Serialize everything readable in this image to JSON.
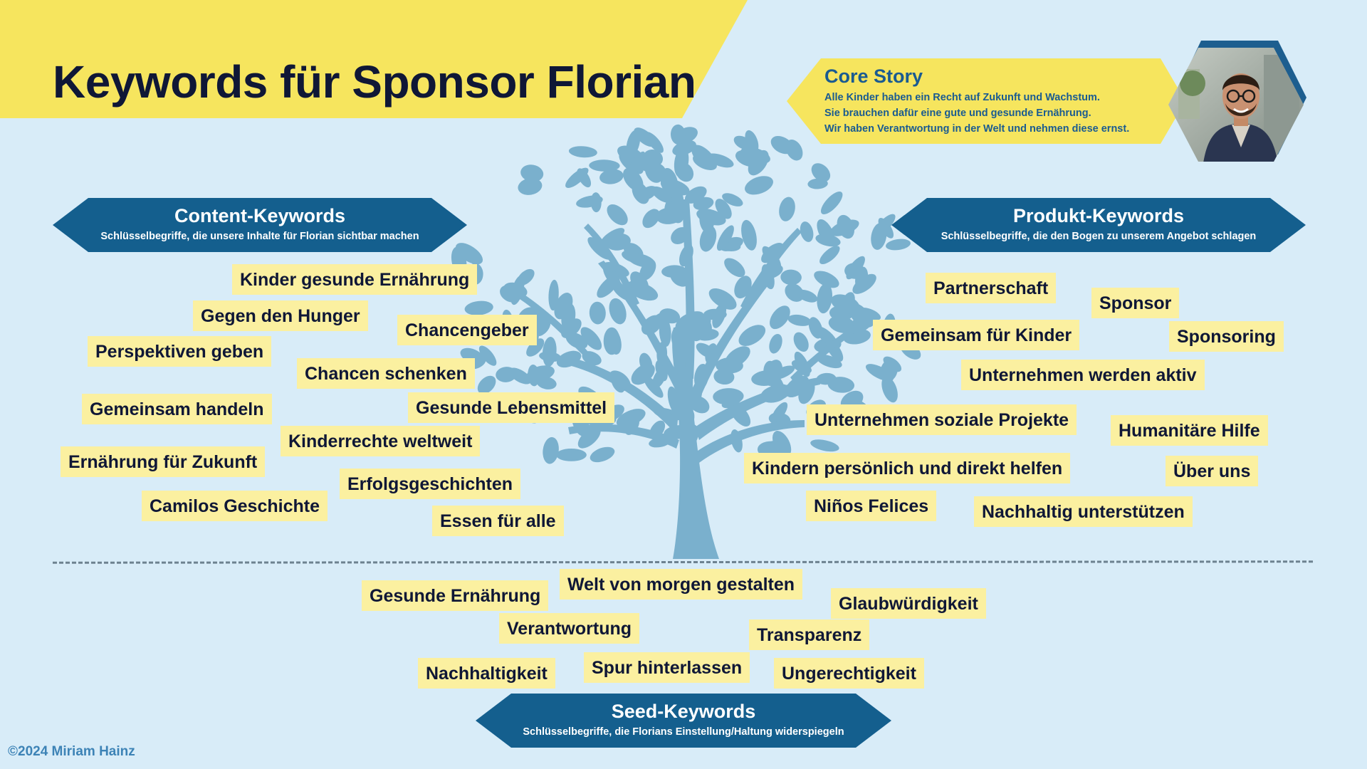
{
  "title": "Keywords für Sponsor Florian",
  "colors": {
    "background": "#d8ecf8",
    "title_band": "#f6e55e",
    "banner": "#145f8e",
    "keyword_bg": "#fbf0a0",
    "tree": "#7ab0cd",
    "core_box": "#f6e55e",
    "core_text": "#1a5b91"
  },
  "core_story": {
    "title": "Core Story",
    "lines": [
      "Alle Kinder haben ein Recht auf Zukunft und Wachstum.",
      "Sie brauchen dafür eine gute und gesunde Ernährung.",
      "Wir haben Verantwortung in der Welt und nehmen diese ernst."
    ],
    "image": "portrait-photo"
  },
  "content_keywords": {
    "title": "Content-Keywords",
    "subtitle": "Schlüsselbegriffe, die unsere Inhalte für Florian sichtbar machen",
    "items": [
      "Kinder gesunde Ernährung",
      "Gegen den Hunger",
      "Chancengeber",
      "Perspektiven geben",
      "Chancen schenken",
      "Gemeinsam handeln",
      "Gesunde Lebensmittel",
      "Kinderrechte weltweit",
      "Ernährung für Zukunft",
      "Erfolgsgeschichten",
      "Camilos Geschichte",
      "Essen für alle"
    ]
  },
  "produkt_keywords": {
    "title": "Produkt-Keywords",
    "subtitle": "Schlüsselbegriffe, die den Bogen zu unserem Angebot schlagen",
    "items": [
      "Partnerschaft",
      "Sponsor",
      "Gemeinsam für Kinder",
      "Sponsoring",
      "Unternehmen werden aktiv",
      "Unternehmen soziale Projekte",
      "Humanitäre Hilfe",
      "Kindern persönlich und direkt helfen",
      "Über uns",
      "Niños Felices",
      "Nachhaltig unterstützen"
    ]
  },
  "seed_keywords": {
    "title": "Seed-Keywords",
    "subtitle": "Schlüsselbegriffe, die Florians Einstellung/Haltung widerspiegeln",
    "items": [
      "Gesunde Ernährung",
      "Welt von morgen gestalten",
      "Glaubwürdigkeit",
      "Verantwortung",
      "Transparenz",
      "Nachhaltigkeit",
      "Spur hinterlassen",
      "Ungerechtigkeit"
    ]
  },
  "credit": "©2024 Miriam Hainz"
}
